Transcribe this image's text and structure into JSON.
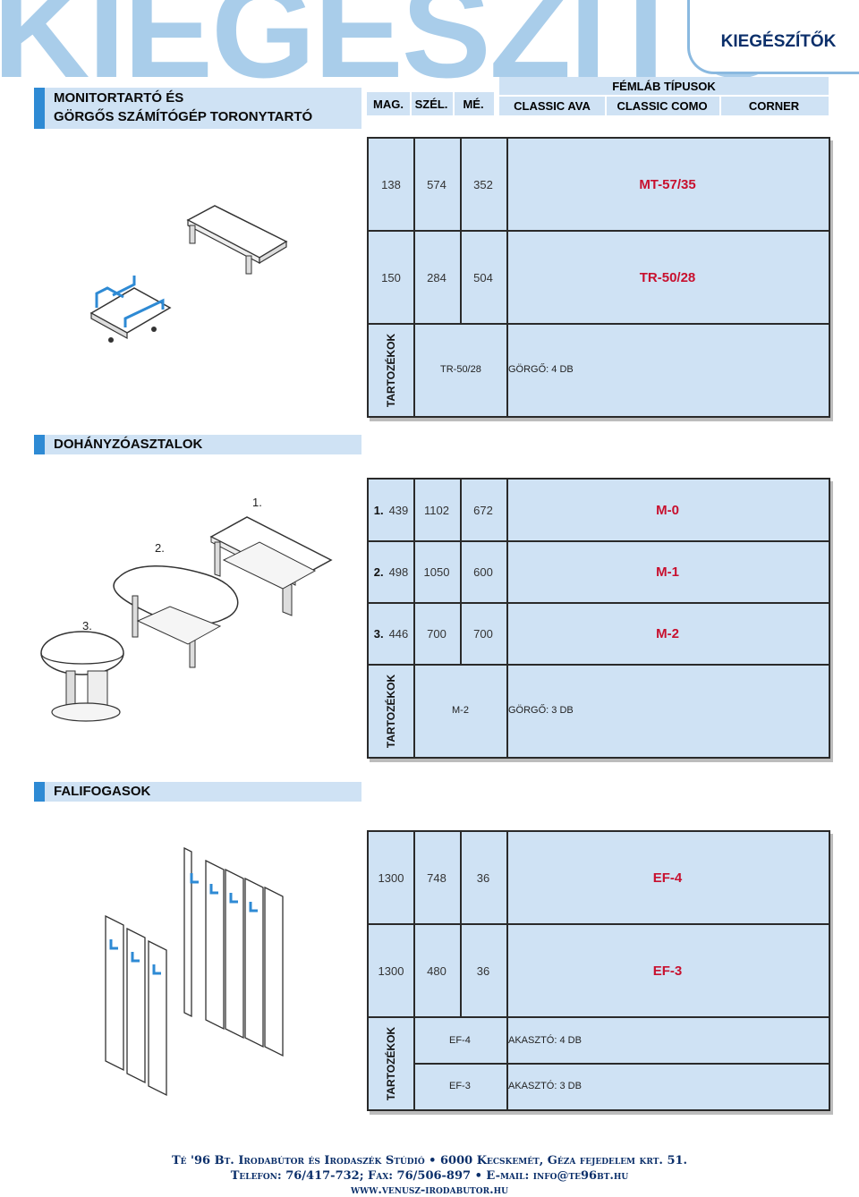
{
  "banner": {
    "big_word": "KIEGÉSZÍTŐ",
    "tab_title": "KIEGÉSZÍTŐK"
  },
  "section1": {
    "title_line1": "MONITORTARTÓ ÉS",
    "title_line2": "GÖRGŐS SZÁMÍTÓGÉP TORONYTARTÓ"
  },
  "header": {
    "mag": "MAG.",
    "szel": "SZÉL.",
    "me": "MÉ.",
    "femlab": "FÉMLÁB TÍPUSOK",
    "types": [
      "CLASSIC AVA",
      "CLASSIC COMO",
      "CORNER"
    ]
  },
  "table1": {
    "rows": [
      {
        "mag": "138",
        "szel": "574",
        "me": "352",
        "code": "MT-57/35"
      },
      {
        "mag": "150",
        "szel": "284",
        "me": "504",
        "code": "TR-50/28"
      }
    ],
    "accessory_label": "TARTOZÉKOK",
    "accessories": [
      {
        "item": "TR-50/28",
        "desc": "GÖRGŐ: 4 DB"
      }
    ]
  },
  "section2": {
    "title": "DOHÁNYZÓASZTALOK"
  },
  "table2": {
    "rows": [
      {
        "num": "1.",
        "mag": "439",
        "szel": "1102",
        "me": "672",
        "code": "M-0"
      },
      {
        "num": "2.",
        "mag": "498",
        "szel": "1050",
        "me": "600",
        "code": "M-1"
      },
      {
        "num": "3.",
        "mag": "446",
        "szel": "700",
        "me": "700",
        "code": "M-2"
      }
    ],
    "accessory_label": "TARTOZÉKOK",
    "accessories": [
      {
        "item": "M-2",
        "desc": "GÖRGŐ: 3 DB"
      }
    ],
    "image_labels": [
      "1.",
      "2.",
      "3."
    ]
  },
  "section3": {
    "title": "FALIFOGASOK"
  },
  "table3": {
    "rows": [
      {
        "mag": "1300",
        "szel": "748",
        "me": "36",
        "code": "EF-4"
      },
      {
        "mag": "1300",
        "szel": "480",
        "me": "36",
        "code": "EF-3"
      }
    ],
    "accessory_label": "TARTOZÉKOK",
    "accessories": [
      {
        "item": "EF-4",
        "desc": "AKASZTÓ: 4 DB"
      },
      {
        "item": "EF-3",
        "desc": "AKASZTÓ: 3 DB"
      }
    ]
  },
  "footer": {
    "line1": "Té '96 Bt. Irodabútor és Irodaszék Stúdió • 6000 Kecskemét, Géza fejedelem krt. 51.",
    "line2": "Telefon: 76/417-732; Fax: 76/506-897 • E-mail: info@te96bt.hu",
    "line3": "www.venusz-irodabutor.hu"
  },
  "colors": {
    "accent_blue": "#2e8ad4",
    "light_blue": "#cfe2f4",
    "code_red": "#c8102e",
    "navy": "#0b2f6a"
  }
}
